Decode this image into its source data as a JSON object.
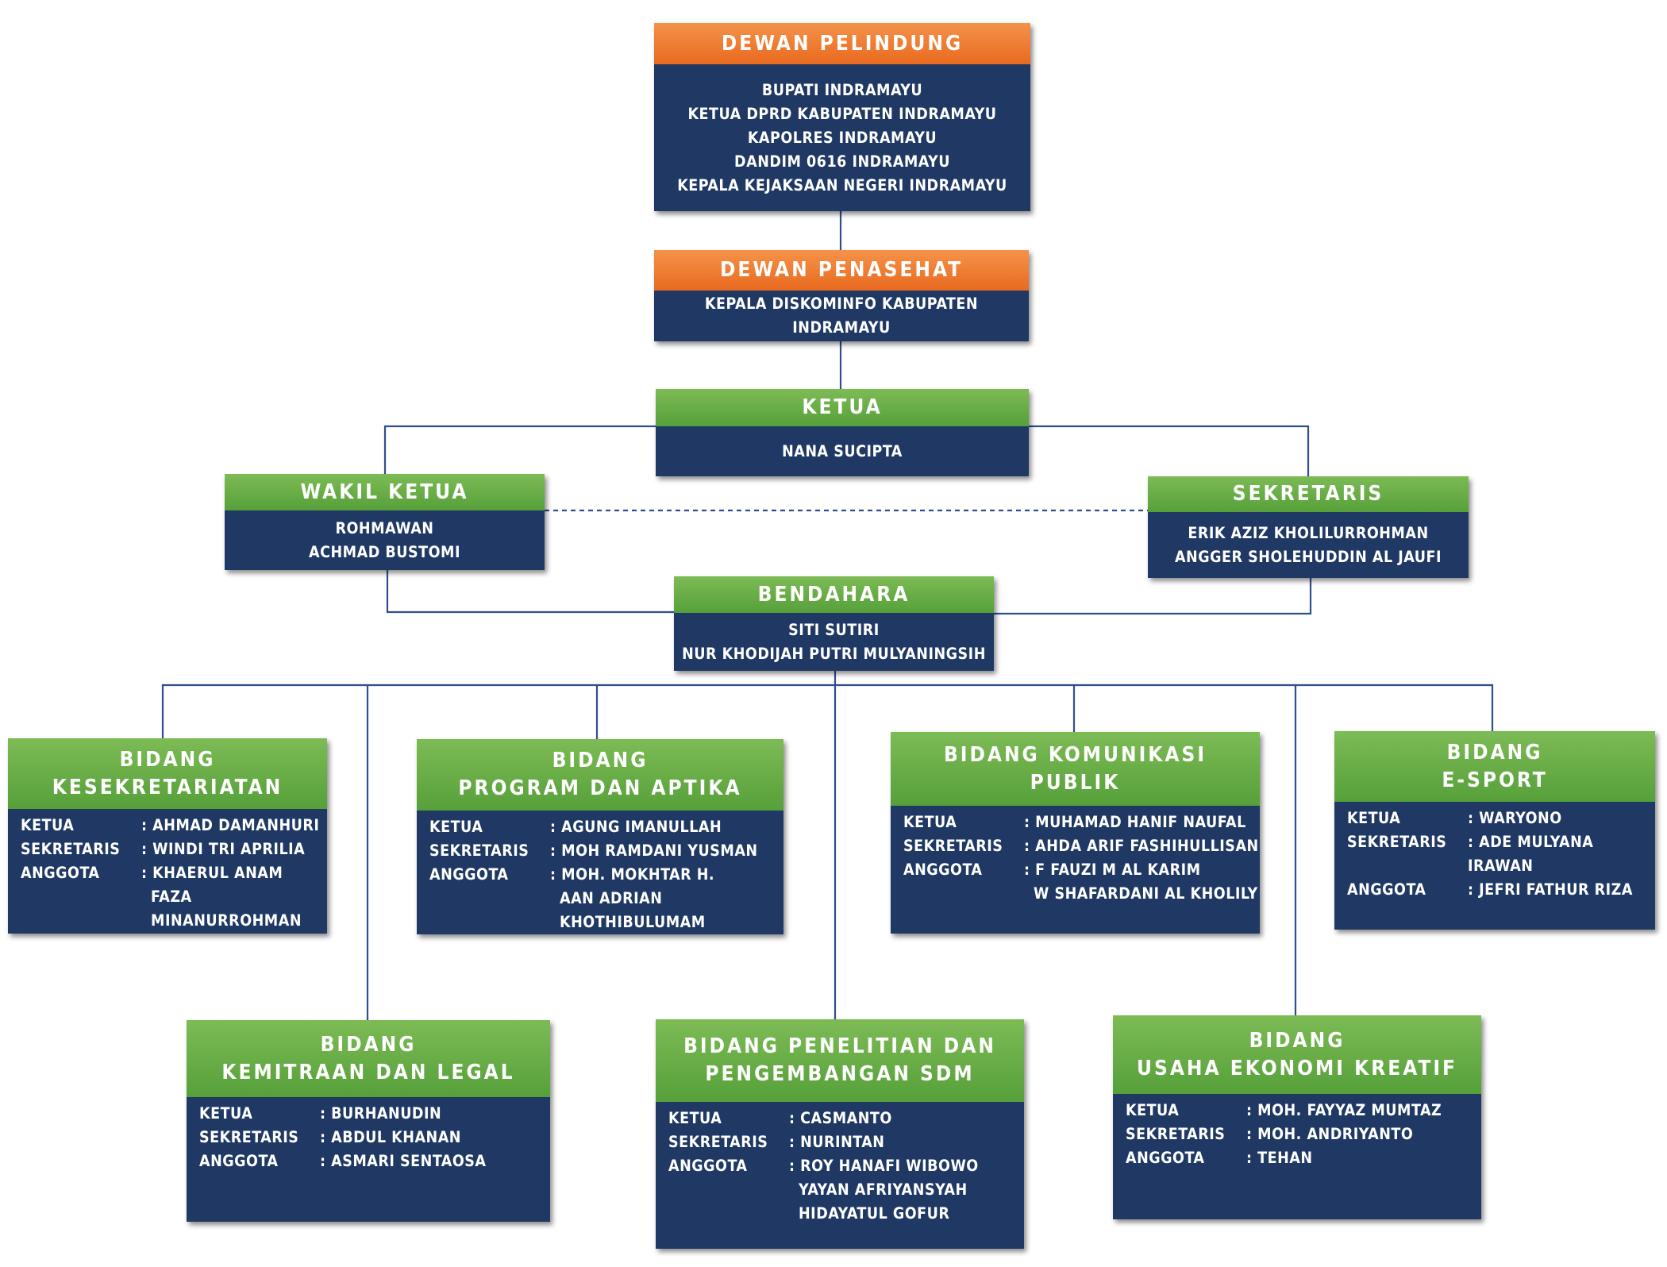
{
  "dewan_pelindung": {
    "title": "DEWAN PELINDUNG",
    "members": [
      "BUPATI INDRAMAYU",
      "KETUA DPRD KABUPATEN INDRAMAYU",
      "KAPOLRES INDRAMAYU",
      "DANDIM 0616 INDRAMAYU",
      "KEPALA KEJAKSAAN NEGERI INDRAMAYU"
    ]
  },
  "dewan_penasehat": {
    "title": "DEWAN PENASEHAT",
    "members": [
      "KEPALA DISKOMINFO KABUPATEN INDRAMAYU"
    ]
  },
  "ketua": {
    "title": "KETUA",
    "members": [
      "NANA SUCIPTA"
    ]
  },
  "wakil_ketua": {
    "title": "WAKIL KETUA",
    "members": [
      "ROHMAWAN",
      "ACHMAD BUSTOMI"
    ]
  },
  "sekretaris": {
    "title": "SEKRETARIS",
    "members": [
      "ERIK AZIZ KHOLILURROHMAN",
      "ANGGER SHOLEHUDDIN AL JAUFI"
    ]
  },
  "bendahara": {
    "title": "BENDAHARA",
    "members": [
      "SITI SUTIRI",
      "NUR KHODIJAH PUTRI MULYANINGSIH"
    ]
  },
  "labels": {
    "ketua": "KETUA",
    "sekretaris": "SEKRETARIS",
    "anggota": "ANGGOTA"
  },
  "bidang": [
    {
      "title": [
        "BIDANG",
        "KESEKRETARIATAN"
      ],
      "ketua": "AHMAD DAMANHURI",
      "sekretaris": "WINDI TRI APRILIA",
      "anggota": [
        "KHAERUL ANAM",
        "FAZA MINANURROHMAN"
      ]
    },
    {
      "title": [
        "BIDANG",
        "PROGRAM DAN APTIKA"
      ],
      "ketua": "AGUNG IMANULLAH",
      "sekretaris": "MOH RAMDANI YUSMAN",
      "anggota": [
        "MOH. MOKHTAR H.",
        "AAN ADRIAN KHOTHIBULUMAM"
      ]
    },
    {
      "title": [
        "BIDANG KOMUNIKASI",
        "PUBLIK"
      ],
      "ketua": "MUHAMAD HANIF NAUFAL",
      "sekretaris": "AHDA ARIF FASHIHULLISAN",
      "anggota": [
        "F FAUZI M AL KARIM",
        "W SHAFARDANI AL KHOLILY"
      ]
    },
    {
      "title": [
        "BIDANG",
        "E-SPORT"
      ],
      "ketua": "WARYONO",
      "sekretaris": "ADE MULYANA IRAWAN",
      "anggota": [
        "JEFRI FATHUR RIZA"
      ]
    },
    {
      "title": [
        "BIDANG",
        "KEMITRAAN DAN LEGAL"
      ],
      "ketua": "BURHANUDIN",
      "sekretaris": "ABDUL KHANAN",
      "anggota": [
        "ASMARI SENTAOSA"
      ]
    },
    {
      "title": [
        "BIDANG PENELITIAN DAN",
        "PENGEMBANGAN SDM"
      ],
      "ketua": "CASMANTO",
      "sekretaris": "NURINTAN",
      "anggota": [
        "ROY HANAFI WIBOWO",
        "YAYAN AFRIYANSYAH",
        "HIDAYATUL GOFUR"
      ]
    },
    {
      "title": [
        "BIDANG",
        "USAHA EKONOMI KREATIF"
      ],
      "ketua": "MOH. FAYYAZ MUMTAZ",
      "sekretaris": "MOH. ANDRIYANTO",
      "anggota": [
        "TEHAN"
      ]
    }
  ],
  "colors": {
    "navy": "#1f3864",
    "orange": "#ee7a2d",
    "green": "#6aae47",
    "line": "#2e4f8f"
  }
}
